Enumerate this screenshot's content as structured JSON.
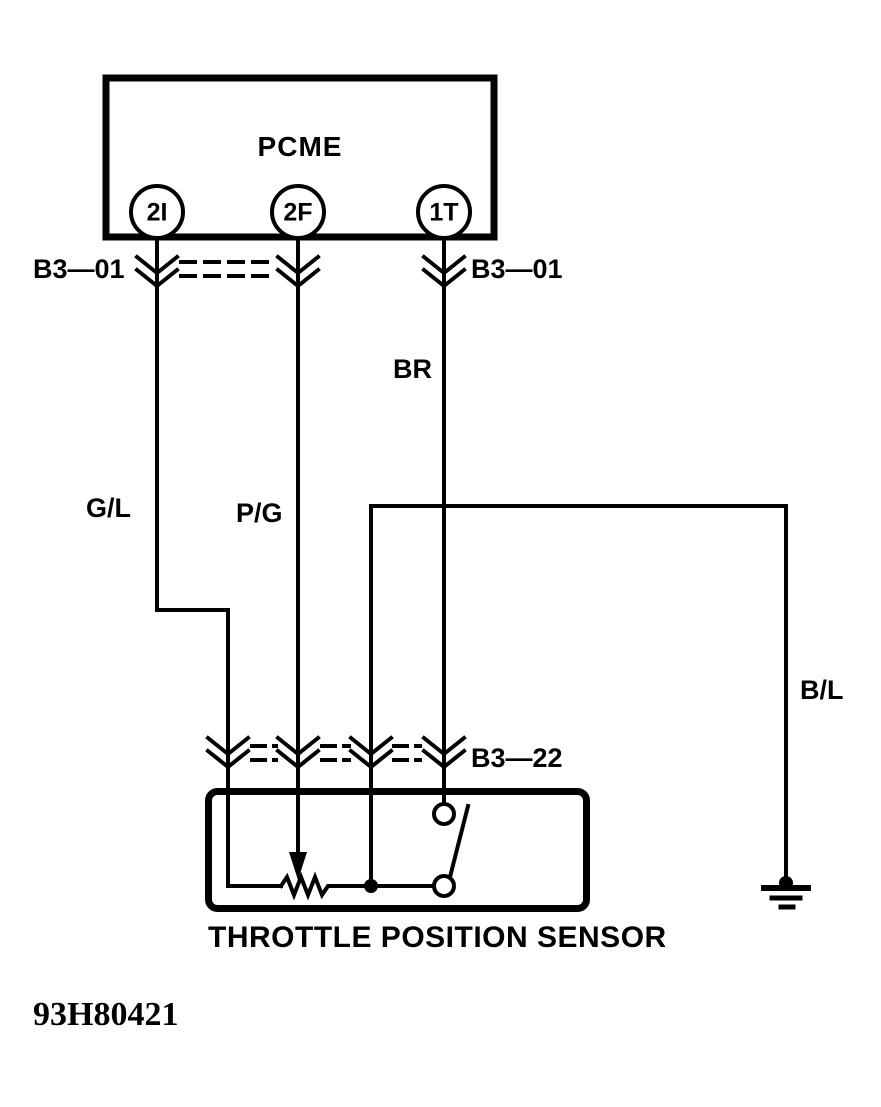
{
  "figure_number": "93H80421",
  "pcme": {
    "label": "PCME",
    "pins": [
      {
        "id": "2I"
      },
      {
        "id": "2F"
      },
      {
        "id": "1T"
      }
    ]
  },
  "connectors": {
    "b3_01_left": {
      "label": "B3—01"
    },
    "b3_01_right": {
      "label": "B3—01"
    },
    "b3_22": {
      "label": "B3—22"
    }
  },
  "wires": {
    "gl": {
      "label": "G/L"
    },
    "pg": {
      "label": "P/G"
    },
    "br": {
      "label": "BR"
    },
    "bl": {
      "label": "B/L"
    }
  },
  "sensor": {
    "label": "THROTTLE POSITION SENSOR"
  },
  "colors": {
    "ink": "#000000",
    "paper": "#ffffff"
  }
}
